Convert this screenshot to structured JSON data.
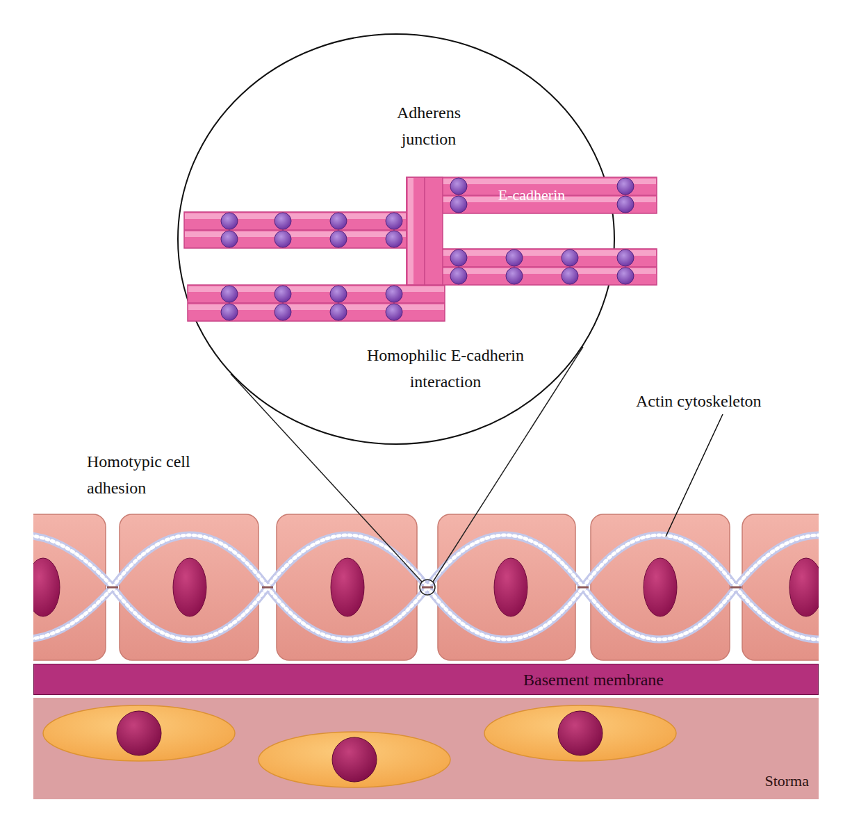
{
  "diagram": {
    "nodes": [
      {
        "text": [
          "Adherens junction",
          "Homophilic E-cadherin interaction"
        ]
      },
      {
        "text": [
          "E-cadherin"
        ],
        "in": 0
      },
      {
        "text": [
          "Basement membrane"
        ]
      },
      {
        "text": [
          "Storma"
        ]
      }
    ],
    "labels": [
      "Homotypic cell adhesion",
      "Actin cytoskeleton"
    ]
  }
}
